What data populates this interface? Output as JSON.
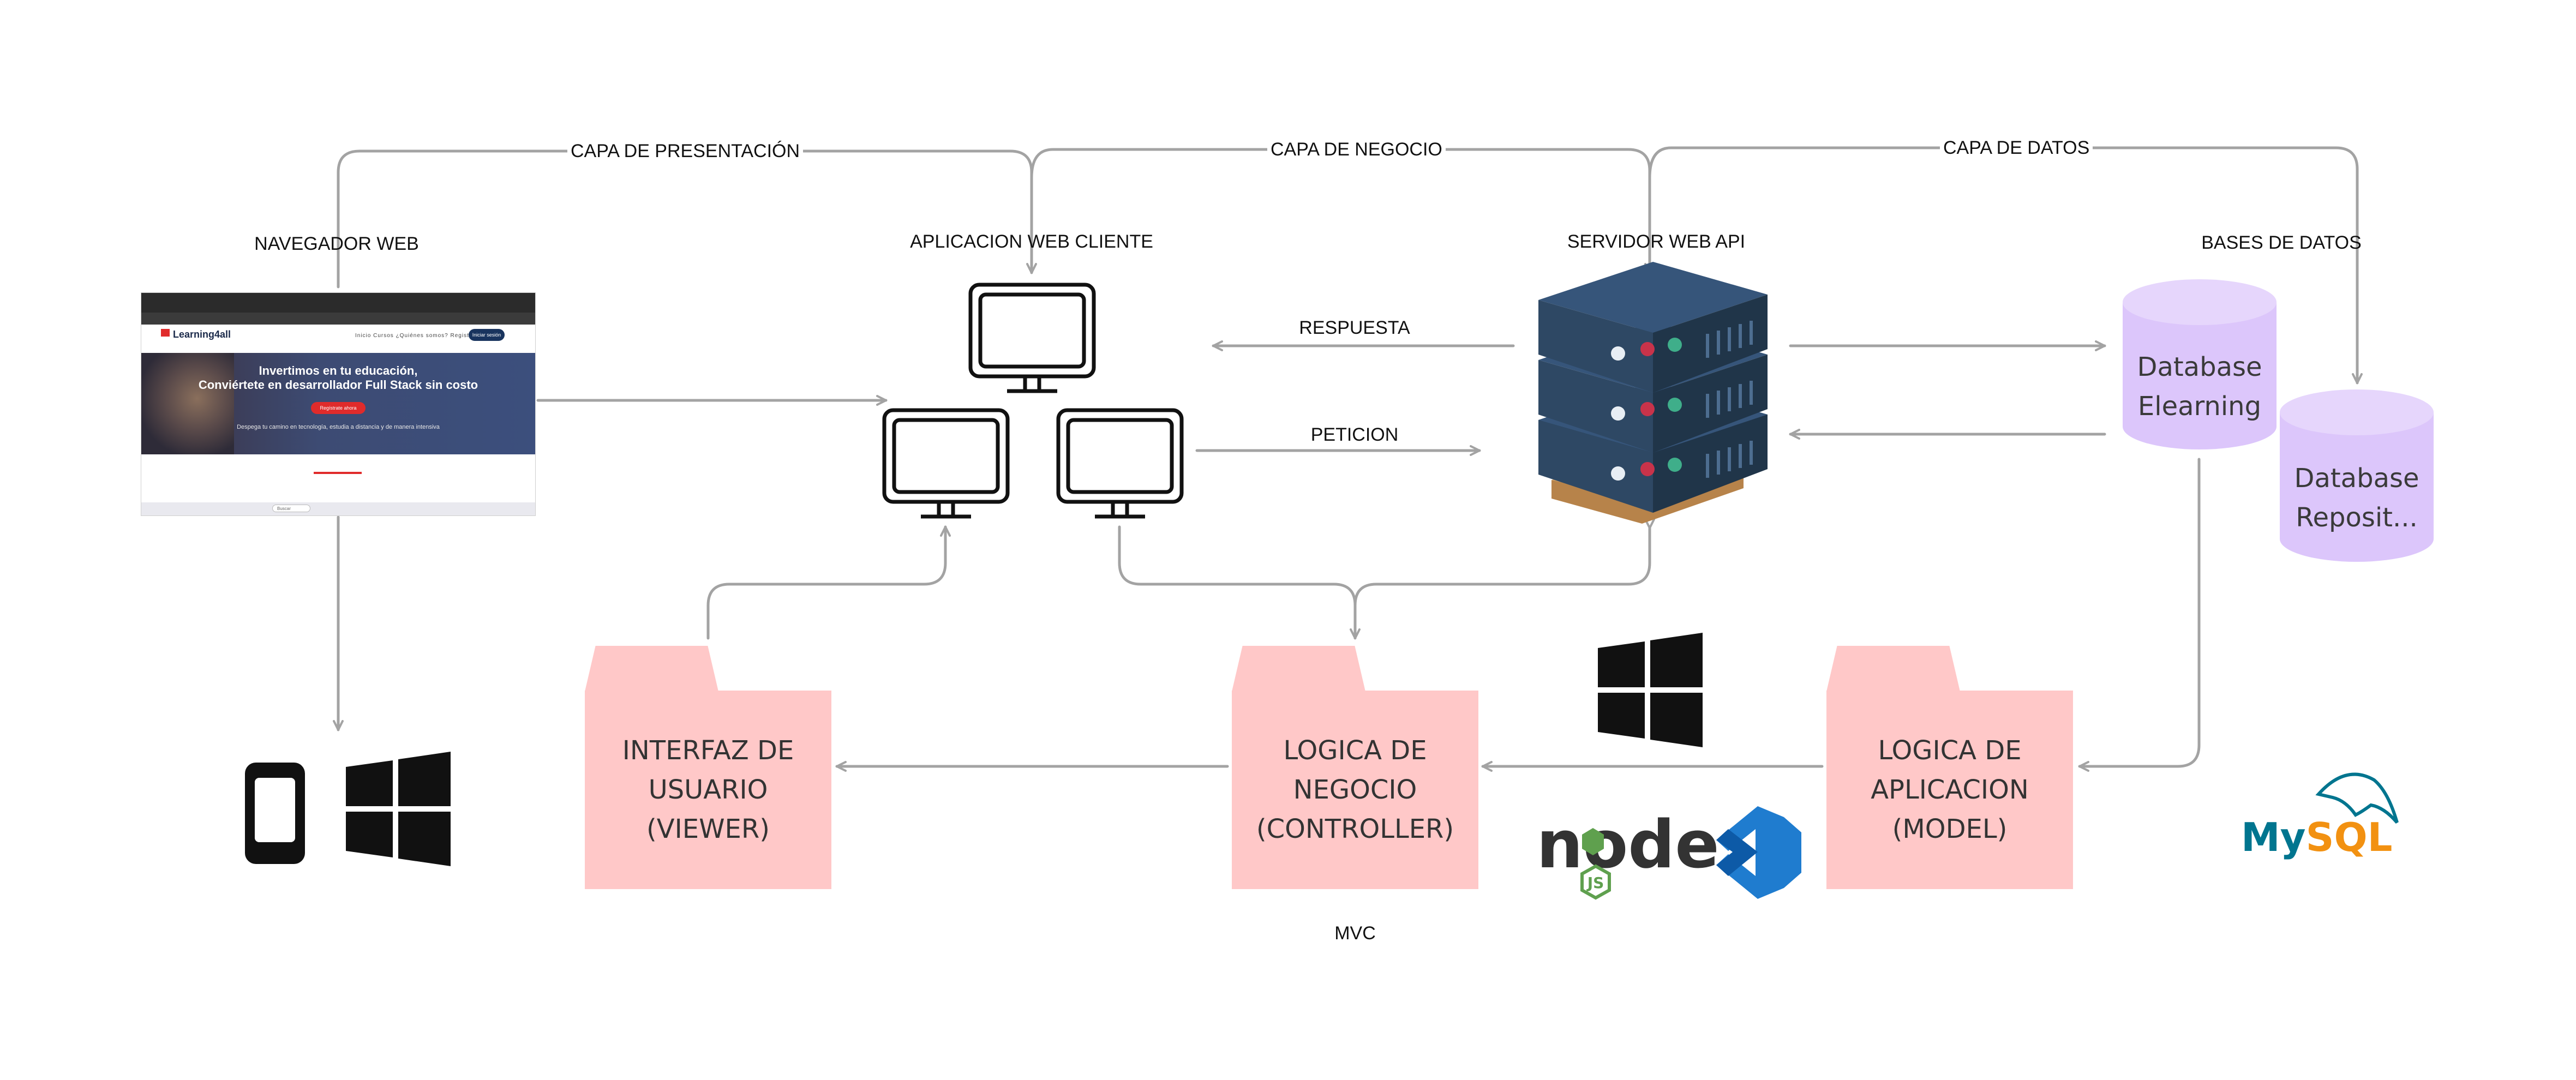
{
  "layers": {
    "presentation": "CAPA DE PRESENTACIÓN",
    "business": "CAPA DE NEGOCIO",
    "data": "CAPA DE DATOS"
  },
  "nodes": {
    "browser": "NAVEGADOR WEB",
    "client_app": "APLICACION WEB CLIENTE",
    "web_server": "SERVIDOR WEB API",
    "databases": "BASES DE DATOS"
  },
  "flows": {
    "response": "RESPUESTA",
    "request": "PETICION"
  },
  "db_elearning": [
    "Database",
    "Elearning"
  ],
  "db_repository": [
    "Database",
    "Reposit..."
  ],
  "folders": {
    "viewer": [
      "INTERFAZ DE",
      "USUARIO",
      "(VIEWER)"
    ],
    "controller": [
      "LOGICA DE",
      "NEGOCIO",
      "(CONTROLLER)"
    ],
    "model": [
      "LOGICA DE",
      "APLICACION",
      "(MODEL)"
    ]
  },
  "mvc": "MVC",
  "logos": {
    "mysql": "MySQL",
    "node": "node",
    "node_badge": "JS"
  },
  "browser_screenshot": {
    "brand": "Learning4all",
    "nav_links": "Inicio   Cursos   ¿Quiénes somos?   Registrarse",
    "nav_button": "Iniciar sesión",
    "headline_1": "Invertimos en tu educación,",
    "headline_2": "Conviértete en desarrollador Full Stack sin costo",
    "cta": "Regístrate ahora",
    "subtitle": "Despega tu camino en tecnología, estudia a distancia y de manera intensiva",
    "search": "Buscar"
  },
  "colors": {
    "folder": "#ffc8c8",
    "database": "#dcc6fb",
    "arrow": "#a3a3a3",
    "server_body": "#2e4864",
    "pallet": "#d6a363",
    "vscode": "#1f7ccf",
    "node_green": "#5fa04e",
    "mysql_blue": "#00758f",
    "mysql_orange": "#f29111"
  }
}
